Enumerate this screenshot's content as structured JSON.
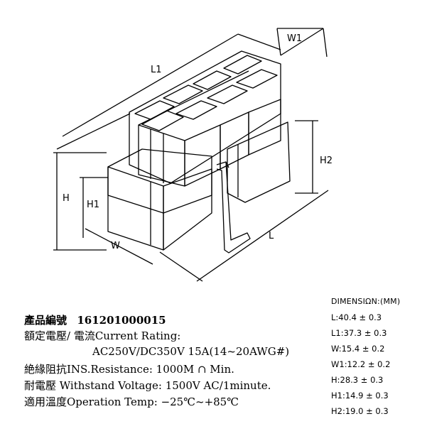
{
  "drawing": {
    "labels": {
      "w1": "W1",
      "l1": "L1",
      "h2": "H2",
      "h": "H",
      "h1": "H1",
      "w": "W",
      "l": "L"
    }
  },
  "specs": {
    "part_no_label": "產品編號",
    "part_no": "161201000015",
    "rating_label": "額定電壓/ 電流Current  Rating:",
    "rating_value": "AC250V/DC350V  15A(14~20AWG#)",
    "ins_label": "絶緣阻抗INS.Resistance:",
    "ins_value": "1000M ∩ Min.",
    "withstand_label": "耐電壓  Withstand  Voltage:",
    "withstand_value": "1500V  AC/1minute.",
    "temp_label": "適用溫度Operation  Temp:",
    "temp_value": "−25℃~+85℃"
  },
  "dimensions": {
    "header": "DIMENSIΩN:(MM)",
    "rows": [
      "L:40.4 ± 0.3",
      "L1:37.3 ± 0.3",
      "W:15.4 ± 0.2",
      "W1:12.2 ± 0.2",
      "H:28.3 ± 0.3",
      "H1:14.9 ± 0.3",
      "H2:19.0 ± 0.3"
    ]
  }
}
